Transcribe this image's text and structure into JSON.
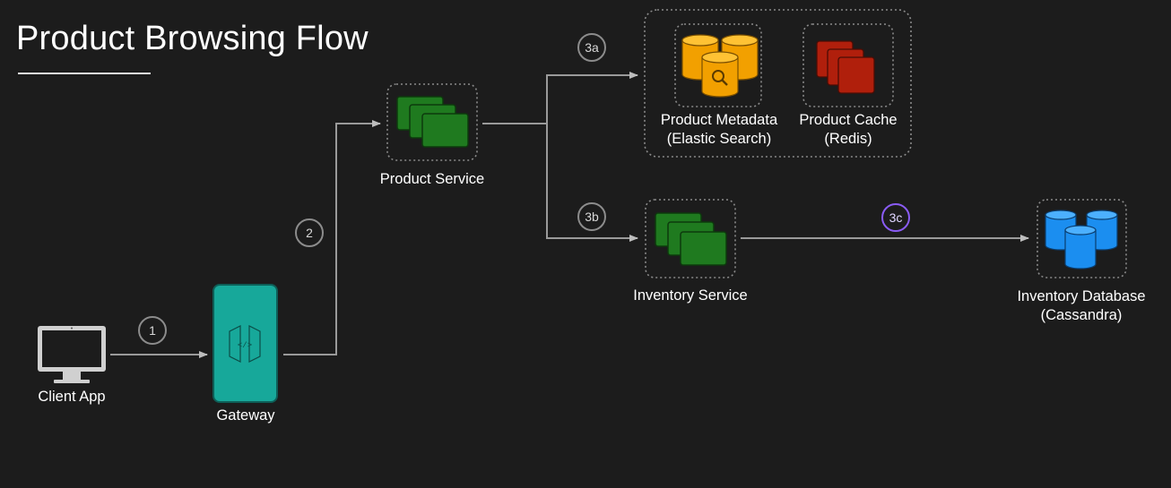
{
  "title": "Product Browsing Flow",
  "nodes": {
    "client_app": "Client App",
    "gateway": "Gateway",
    "product_service": "Product Service",
    "product_metadata": [
      "Product Metadata",
      "(Elastic Search)"
    ],
    "product_cache": [
      "Product Cache",
      "(Redis)"
    ],
    "inventory_service": "Inventory Service",
    "inventory_database": [
      "Inventory Database",
      "(Cassandra)"
    ]
  },
  "steps": {
    "s1": "1",
    "s2": "2",
    "s3a": "3a",
    "s3b": "3b",
    "s3c": "3c"
  },
  "colors": {
    "background": "#1c1c1c",
    "gateway": "#17a89a",
    "service": "#1f7a1f",
    "elastic": "#f2a000",
    "redis": "#b01f0c",
    "cassandra": "#1b8ef0",
    "step_purple": "#8a5cf5"
  },
  "icons": {
    "client_app": "monitor-icon",
    "gateway": "api-gateway-icon",
    "services": "stacked-servers-icon",
    "elastic": "search-database-icon",
    "redis": "cache-stack-icon",
    "cassandra": "database-cluster-icon"
  }
}
